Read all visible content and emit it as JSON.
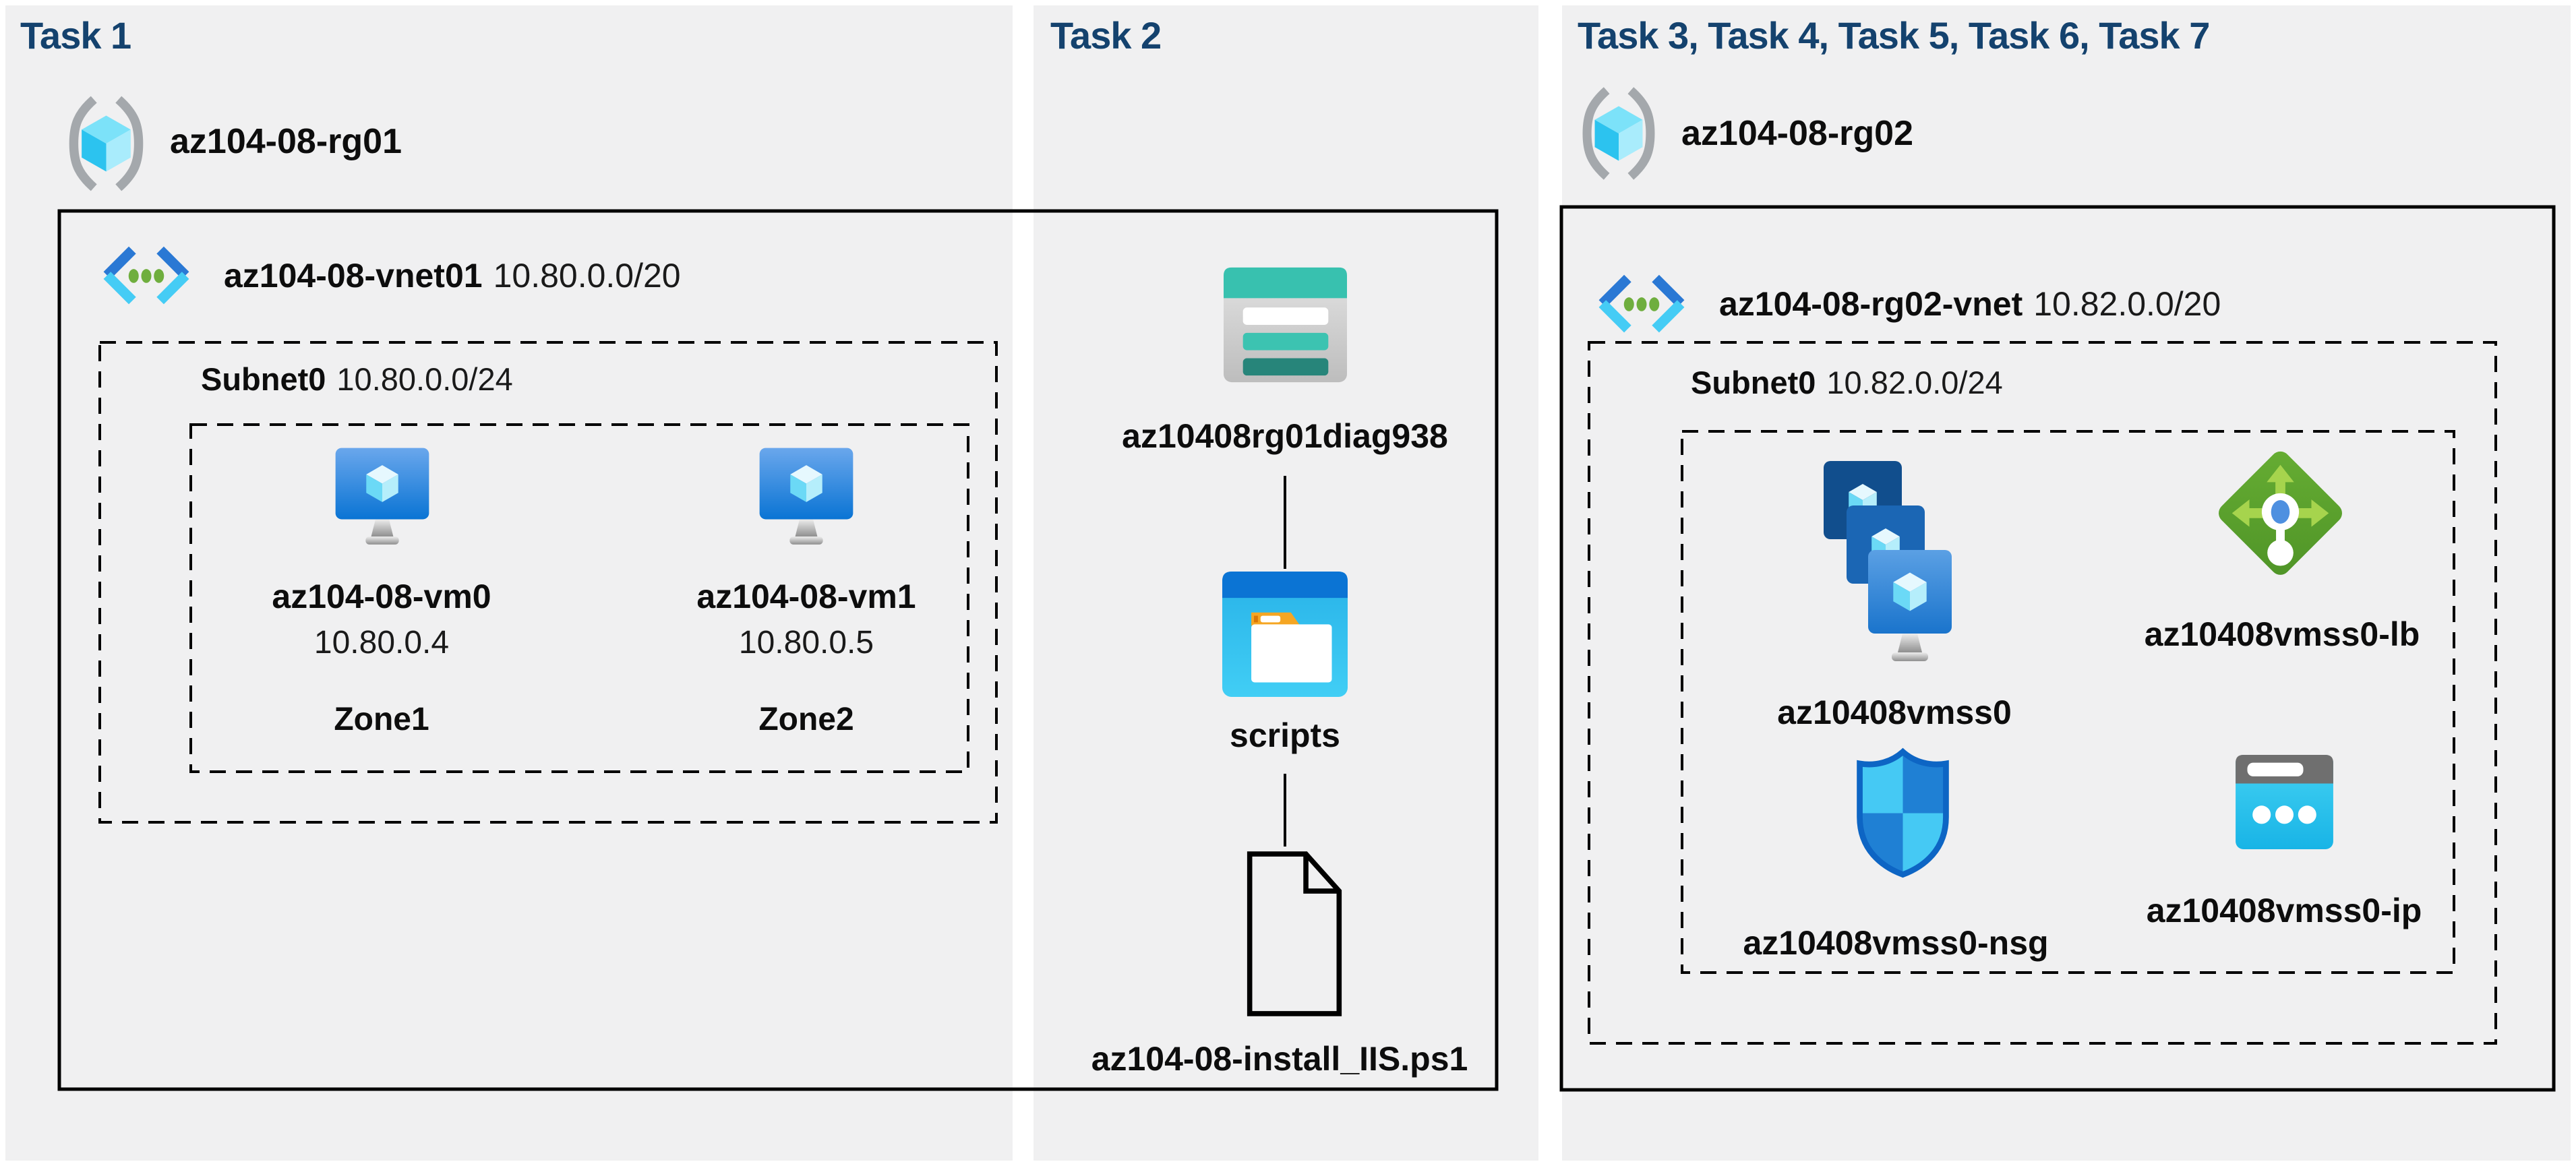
{
  "colors": {
    "title_navy": "#14426e",
    "panel_gray": "#f0f0f1",
    "storage_teal": "#38c1af",
    "storage_teal_dark": "#27857a",
    "vm_blue": "#0b76d6",
    "folder_blue": "#0b74d4",
    "lb_green": "#5ca32f",
    "nsg_blue": "#1f80d4",
    "nsg_cyan": "#45c9f4",
    "public_ip_cyan": "#35c6ee",
    "folder_tab_orange": "#f5a623",
    "border_black": "#000000"
  },
  "task1": {
    "title": "Task 1",
    "resource_group": "az104-08-rg01",
    "vnet_name": "az104-08-vnet01",
    "vnet_cidr": "10.80.0.0/20",
    "subnet_name": "Subnet0",
    "subnet_cidr": "10.80.0.0/24",
    "vms": [
      {
        "name": "az104-08-vm0",
        "ip": "10.80.0.4",
        "zone": "Zone1"
      },
      {
        "name": "az104-08-vm1",
        "ip": "10.80.0.5",
        "zone": "Zone2"
      }
    ]
  },
  "task2": {
    "title": "Task 2",
    "storage_account": "az10408rg01diag938",
    "folder": "scripts",
    "script_file": "az104-08-install_IIS.ps1"
  },
  "task3": {
    "title": "Task 3, Task 4, Task 5, Task 6, Task 7",
    "resource_group": "az104-08-rg02",
    "vnet_name": "az104-08-rg02-vnet",
    "vnet_cidr": "10.82.0.0/20",
    "subnet_name": "Subnet0",
    "subnet_cidr": "10.82.0.0/24",
    "resources": [
      {
        "name": "az10408vmss0",
        "icon": "vm-scale-set-icon"
      },
      {
        "name": "az10408vmss0-lb",
        "icon": "load-balancer-icon"
      },
      {
        "name": "az10408vmss0-nsg",
        "icon": "network-security-group-icon"
      },
      {
        "name": "az10408vmss0-ip",
        "icon": "public-ip-icon"
      }
    ]
  }
}
